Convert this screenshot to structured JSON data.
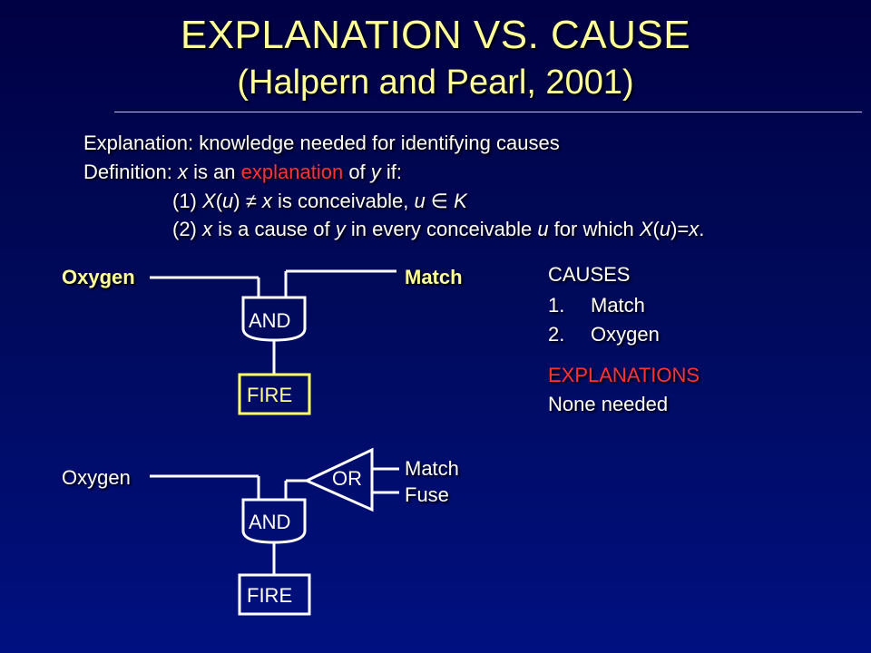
{
  "title": {
    "line1": "EXPLANATION VS. CAUSE",
    "line2": "(Halpern and Pearl, 2001)"
  },
  "text": {
    "line1": "Explanation:  knowledge needed for identifying causes",
    "def_prefix": "Definition: ",
    "def_x": "x",
    "def_mid": " is an ",
    "def_expl": "explanation",
    "def_of": " of ",
    "def_y": "y",
    "def_end": " if:",
    "c1_a": "(1) ",
    "c1_X": "X",
    "c1_paren_open": "(",
    "c1_u": "u",
    "c1_paren_close": ")",
    "c1_neq": " ≠ ",
    "c1_x": "x",
    "c1_mid": " is conceivable, ",
    "c1_u2": "u",
    "c1_in": " ∈ ",
    "c1_K": "K",
    "c2_a": "(2) ",
    "c2_x": "x",
    "c2_b": " is a cause of ",
    "c2_y": "y",
    "c2_c": " in every conceivable ",
    "c2_u": "u",
    "c2_d": " for which ",
    "c2_X": "X",
    "c2_e": "(",
    "c2_u2": "u",
    "c2_f": ")=",
    "c2_x2": "x",
    "c2_g": "."
  },
  "diagram1": {
    "left_label": "Oxygen",
    "right_label": "Match",
    "gate": "AND",
    "output": "FIRE"
  },
  "diagram2": {
    "left_label": "Oxygen",
    "or_gate": "OR",
    "input1": "Match",
    "input2": "Fuse",
    "gate": "AND",
    "output": "FIRE"
  },
  "causes": {
    "heading": "CAUSES",
    "items": [
      {
        "num": "1.",
        "label": "Match"
      },
      {
        "num": "2.",
        "label": "Oxygen"
      }
    ]
  },
  "explanations": {
    "heading": "EXPLANATIONS",
    "value": "None needed"
  },
  "colors": {
    "title": "#ffff99",
    "highlight": "#ff3333",
    "fire_box_border": "#ffff66",
    "fire_box_text": "#ffff99"
  }
}
